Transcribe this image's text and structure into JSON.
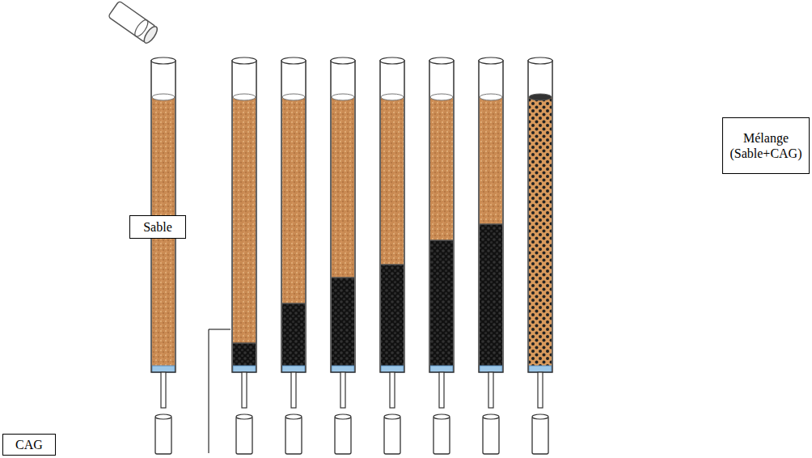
{
  "diagram": {
    "nodes": [
      {
        "text": [
          "Mélange (Sable+CAG)"
        ]
      },
      {
        "text": [
          "Sable"
        ]
      },
      {
        "text": [
          "CAG"
        ]
      }
    ]
  }
}
